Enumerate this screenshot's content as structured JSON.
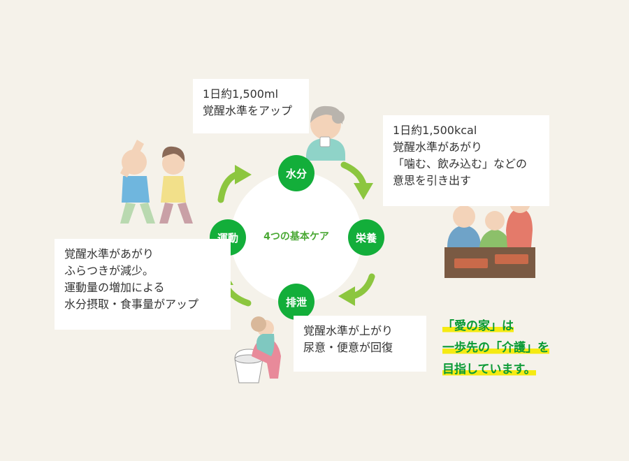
{
  "center": {
    "label": "4つの基本ケア"
  },
  "nodes": {
    "water": "水分",
    "nutrition": "栄養",
    "excretion": "排泄",
    "exercise": "運動"
  },
  "boxes": {
    "water": [
      "1日約1,500ml",
      "覚醒水準をアップ"
    ],
    "nutrition": [
      "1日約1,500kcal",
      "覚醒水準があがり",
      "「噛む、飲み込む」などの",
      "意思を引き出す"
    ],
    "excretion": [
      "覚醒水準が上がり",
      "尿意・便意が回復"
    ],
    "exercise": [
      "覚醒水準があがり",
      "ふらつきが減少。",
      "運動量の増加による",
      "水分摂取・食事量がアップ"
    ]
  },
  "slogan": [
    "「愛の家」は",
    "一歩先の「介護」を",
    "目指しています。"
  ],
  "colors": {
    "background": "#f5f2ea",
    "node_green": "#13ae3a",
    "arrow_green": "#8cc63f",
    "highlight_yellow": "#f5ea12",
    "slogan_green": "#0a9a35"
  },
  "icons": [
    "elderly-woman-drinking-icon",
    "caregiver-serving-meal-icon",
    "caregiver-toilet-assist-icon",
    "elderly-couple-exercising-icon"
  ]
}
